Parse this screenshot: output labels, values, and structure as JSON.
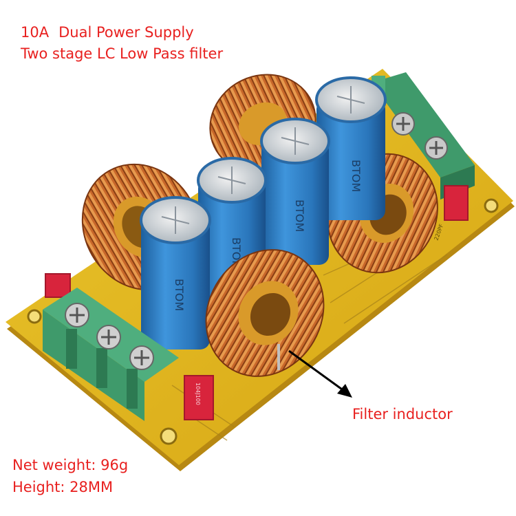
{
  "captions": {
    "rating": "10A",
    "title": "Dual Power Supply",
    "subtitle": "Two stage LC Low Pass filter",
    "net_weight": "Net weight: 96g",
    "height": "Height: 28MM",
    "callout": "Filter inductor"
  },
  "board_prints": {
    "capacitor_brand": "BTOM",
    "film_cap_code": "104J100",
    "film_cap_code_right": "220PF"
  },
  "colors": {
    "caption": "#e8201f",
    "pcb": "#e2b51b",
    "terminal": "#3f9a6b",
    "capacitor": "#2f7fc6",
    "copper": "#c8672a",
    "film_cap": "#d8243c"
  }
}
